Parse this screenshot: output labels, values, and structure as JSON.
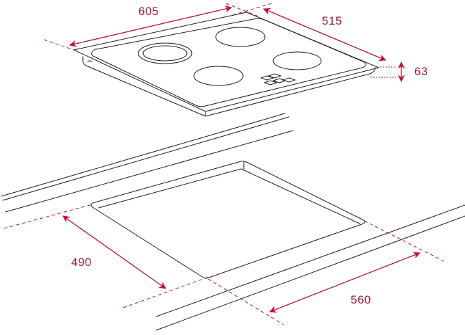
{
  "diagram": {
    "subject": "Hob installation dimensions",
    "units": "mm",
    "colors": {
      "line": "#1a1a1a",
      "dimension": "#b5122a",
      "label": "#9e1b32",
      "background": "#ffffff"
    },
    "appliance": {
      "name": "cooktop",
      "burners": 4,
      "control_keys": 5
    },
    "dimensions": {
      "width": {
        "label": "605",
        "meaning": "hob width"
      },
      "depth": {
        "label": "515",
        "meaning": "hob depth"
      },
      "height": {
        "label": "63",
        "meaning": "hob height"
      },
      "cutout_depth": {
        "label": "490",
        "meaning": "cut-out depth"
      },
      "cutout_width": {
        "label": "560",
        "meaning": "cut-out width"
      }
    }
  }
}
